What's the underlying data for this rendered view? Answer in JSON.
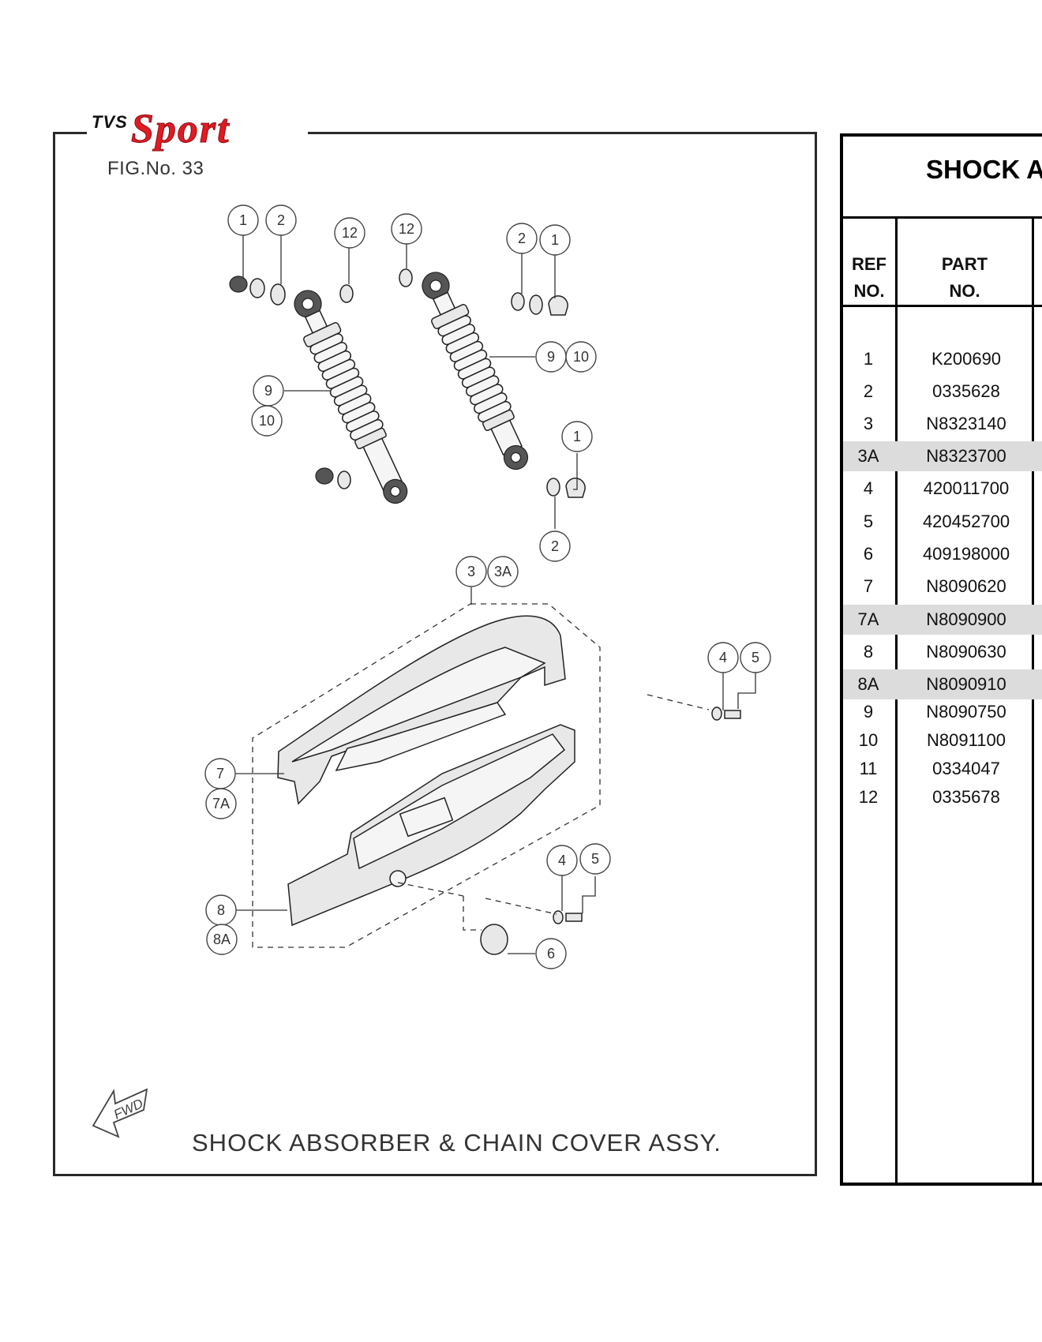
{
  "figure": {
    "brand_prefix": "TVS",
    "brand_name": "Sport",
    "fig_no": "FIG.No. 33",
    "caption": "SHOCK ABSORBER & CHAIN COVER ASSY.",
    "fwd_label": "FWD"
  },
  "callouts": [
    "1",
    "2",
    "12",
    "12",
    "2",
    "1",
    "9",
    "10",
    "9",
    "10",
    "1",
    "2",
    "3",
    "3A",
    "4",
    "5",
    "7",
    "7A",
    "8",
    "8A",
    "4",
    "5",
    "6"
  ],
  "table": {
    "title": "SHOCK A",
    "headers": {
      "ref": [
        "REF",
        "NO."
      ],
      "part": [
        "PART",
        "NO."
      ]
    },
    "rows": [
      {
        "ref": "1",
        "part": "K200690",
        "shaded": false
      },
      {
        "ref": "2",
        "part": "0335628",
        "shaded": false
      },
      {
        "ref": "3",
        "part": "N8323140",
        "shaded": false
      },
      {
        "ref": "3A",
        "part": "N8323700",
        "shaded": true
      },
      {
        "ref": "4",
        "part": "420011700",
        "shaded": false
      },
      {
        "ref": "5",
        "part": "420452700",
        "shaded": false
      },
      {
        "ref": "6",
        "part": "409198000",
        "shaded": false
      },
      {
        "ref": "7",
        "part": "N8090620",
        "shaded": false
      },
      {
        "ref": "7A",
        "part": "N8090900",
        "shaded": true
      },
      {
        "ref": "8",
        "part": "N8090630",
        "shaded": false
      },
      {
        "ref": "8A",
        "part": "N8090910",
        "shaded": true
      },
      {
        "ref": "9",
        "part": "N8090750",
        "shaded": false
      },
      {
        "ref": "10",
        "part": "N8091100",
        "shaded": false
      },
      {
        "ref": "11",
        "part": "0334047",
        "shaded": false
      },
      {
        "ref": "12",
        "part": "0335678",
        "shaded": false
      }
    ]
  }
}
